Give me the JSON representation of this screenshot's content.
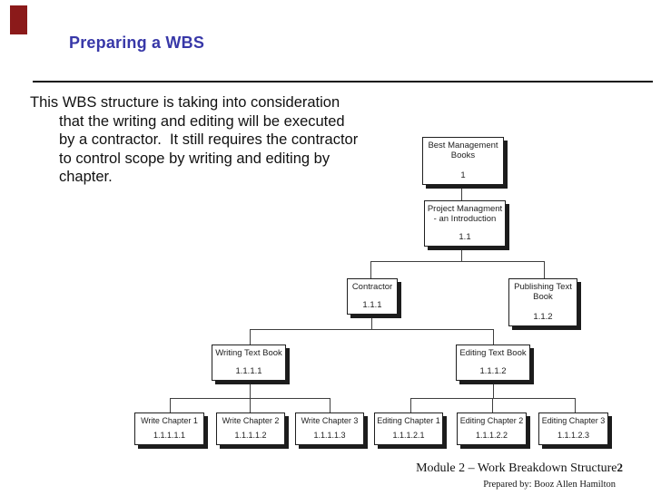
{
  "slide": {
    "title": "Preparing a WBS",
    "title_color": "#3838A8",
    "accent_color": "#8B1A1A",
    "background_color": "#FFFFFF",
    "body_lines": [
      "This WBS structure is taking into consideration",
      "that the writing and editing will be executed",
      "by a contractor.  It still requires the contractor",
      "to control scope by writing and editing by",
      "chapter."
    ],
    "footer": {
      "module_label": "Module 2 – Work Breakdown Structure",
      "page_number": "2",
      "prepared_by": "Prepared by: Booz Allen Hamilton"
    }
  },
  "wbs": {
    "nodes": [
      {
        "lines": [
          "Best Management",
          "Books"
        ],
        "code": "1",
        "parent": null
      },
      {
        "lines": [
          "Project Managment",
          "- an Introduction"
        ],
        "code": "1.1",
        "parent": "1"
      },
      {
        "lines": [
          "Contractor"
        ],
        "code": "1.1.1",
        "parent": "1.1"
      },
      {
        "lines": [
          "Publishing Text",
          "Book"
        ],
        "code": "1.1.2",
        "parent": "1.1"
      },
      {
        "lines": [
          "Writing Text Book"
        ],
        "code": "1.1.1.1",
        "parent": "1.1.1"
      },
      {
        "lines": [
          "Editing Text Book"
        ],
        "code": "1.1.1.2",
        "parent": "1.1.1"
      },
      {
        "lines": [
          "Write Chapter 1"
        ],
        "code": "1.1.1.1.1",
        "parent": "1.1.1.1"
      },
      {
        "lines": [
          "Write Chapter 2"
        ],
        "code": "1.1.1.1.2",
        "parent": "1.1.1.1"
      },
      {
        "lines": [
          "Write Chapter 3"
        ],
        "code": "1.1.1.1.3",
        "parent": "1.1.1.1"
      },
      {
        "lines": [
          "Editing Chapter 1"
        ],
        "code": "1.1.1.2.1",
        "parent": "1.1.1.2"
      },
      {
        "lines": [
          "Editing Chapter 2"
        ],
        "code": "1.1.1.2.2",
        "parent": "1.1.1.2"
      },
      {
        "lines": [
          "Editing Chapter 3"
        ],
        "code": "1.1.1.2.3",
        "parent": "1.1.1.2"
      }
    ]
  }
}
